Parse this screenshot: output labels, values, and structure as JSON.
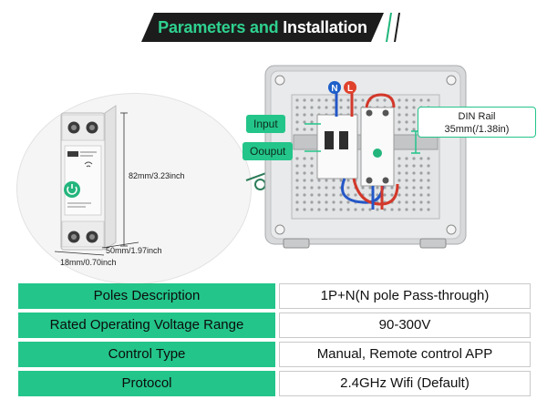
{
  "header": {
    "title_part1": "Parameters and",
    "title_part2": "Installation"
  },
  "colors": {
    "accent": "#23c58a",
    "dark": "#1c1c1c",
    "neutral_badge": "#1e5fc9",
    "live_badge": "#e0422c"
  },
  "diagram": {
    "input_label": "Input",
    "output_label": "Oouput",
    "din_rail_line1": "DIN Rail",
    "din_rail_line2": "35mm(/1.38in)",
    "neutral_badge": "N",
    "live_badge": "L"
  },
  "dimensions": {
    "height": "82mm/3.23inch",
    "depth": "50mm/1.97inch",
    "width": "18mm/0.70inch"
  },
  "specs": [
    {
      "label": "Poles Description",
      "value": "1P+N(N pole Pass-through)"
    },
    {
      "label": "Rated Operating Voltage Range",
      "value": "90-300V"
    },
    {
      "label": "Control Type",
      "value": "Manual, Remote control APP"
    },
    {
      "label": "Protocol",
      "value": "2.4GHz Wifi (Default)"
    }
  ]
}
